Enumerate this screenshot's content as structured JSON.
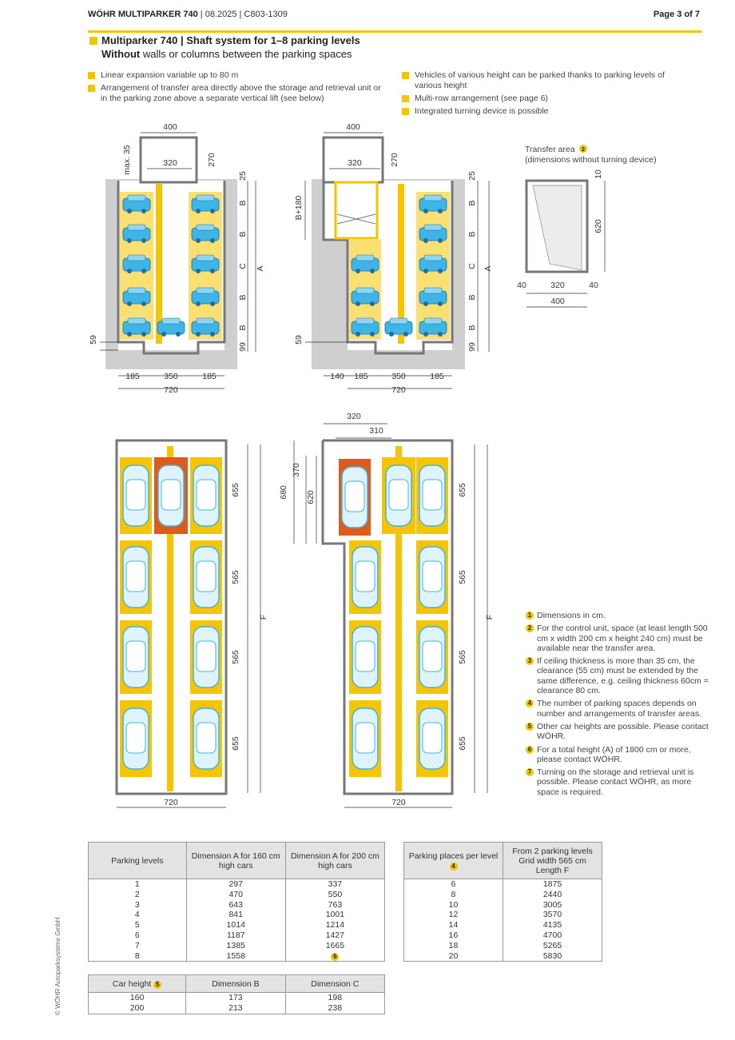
{
  "header": {
    "product": "WÖHR MULTIPARKER 740",
    "meta": "| 08.2025 | C803-1309",
    "page": "Page 3 of 7"
  },
  "title": {
    "line1": "Multiparker 740 | Shaft system for 1–8 parking levels",
    "line2_bold": "Without",
    "line2_rest": " walls or columns between the parking spaces"
  },
  "bullets_left": [
    "Linear expansion variable up to 80 m",
    "Arrangement of transfer area directly above the storage and retrieval unit or in the parking zone above a separate vertical lift (see below)"
  ],
  "bullets_right": [
    "Vehicles of various height can be parked thanks to parking levels of various height",
    "Multi-row arrangement (see page 6)",
    "Integrated turning device is possible"
  ],
  "drawing": {
    "transfer_area_title": "Transfer area",
    "transfer_area_note": "2",
    "transfer_area_sub": "(dimensions without turning device)",
    "dims": {
      "d400": "400",
      "d320": "320",
      "d270": "270",
      "d25": "25",
      "dB": "B",
      "dC": "C",
      "dA": "A",
      "d59": "59",
      "d99": "99",
      "d185": "185",
      "d350": "350",
      "d720": "720",
      "d140": "140",
      "dB180": "B+180",
      "dmax35": "max. 35",
      "d10": "10",
      "d620": "620",
      "d40": "40",
      "d310": "310",
      "d680": "680",
      "d370": "370",
      "d655": "655",
      "d565": "565",
      "dF": "F"
    }
  },
  "notes": [
    {
      "n": "1",
      "text": "Dimensions in cm."
    },
    {
      "n": "2",
      "text": "For the control unit, space (at least length 500 cm x width 200 cm x height 240 cm) must be available near the transfer area."
    },
    {
      "n": "3",
      "text": "If ceiling thickness is more than 35 cm, the clearance (55 cm) must be extended by the same difference, e.g. ceiling thickness 60cm = clearance 80 cm."
    },
    {
      "n": "4",
      "text": "The number of parking spaces depends on number and arrangements of transfer areas."
    },
    {
      "n": "5",
      "text": "Other car heights are possible. Please contact WÖHR."
    },
    {
      "n": "6",
      "text": "For a total height (A) of 1800 cm or more, please contact WÖHR."
    },
    {
      "n": "7",
      "text": "Turning on the storage and retrieval unit is possible. Please contact WÖHR, as more space is required."
    }
  ],
  "table_levels": {
    "headers": [
      "Parking levels",
      "Dimension A for 160 cm high cars",
      "Dimension A for 200 cm high cars"
    ],
    "rows": [
      [
        "1",
        "297",
        "337"
      ],
      [
        "2",
        "470",
        "550"
      ],
      [
        "3",
        "643",
        "763"
      ],
      [
        "4",
        "841",
        "1001"
      ],
      [
        "5",
        "1014",
        "1214"
      ],
      [
        "6",
        "1187",
        "1427"
      ],
      [
        "7",
        "1385",
        "1665"
      ],
      [
        "8",
        "1558",
        "6"
      ]
    ]
  },
  "table_places": {
    "headers": [
      "Parking places per level",
      "4",
      "From 2 parking levels Grid width 565 cm Length F"
    ],
    "rows": [
      [
        "6",
        "1875"
      ],
      [
        "8",
        "2440"
      ],
      [
        "10",
        "3005"
      ],
      [
        "12",
        "3570"
      ],
      [
        "14",
        "4135"
      ],
      [
        "16",
        "4700"
      ],
      [
        "18",
        "5265"
      ],
      [
        "20",
        "5830"
      ]
    ]
  },
  "table_car": {
    "headers": [
      "Car height",
      "5",
      "Dimension B",
      "Dimension C"
    ],
    "rows": [
      [
        "160",
        "173",
        "198"
      ],
      [
        "200",
        "213",
        "238"
      ]
    ]
  },
  "copyright": "© WÖHR Autoparksysteme GmbH",
  "colors": {
    "accent": "#f2c500",
    "car": "#3fb4e6",
    "wall": "#808080",
    "frame": "#f6c400",
    "red": "#e05a1c"
  }
}
